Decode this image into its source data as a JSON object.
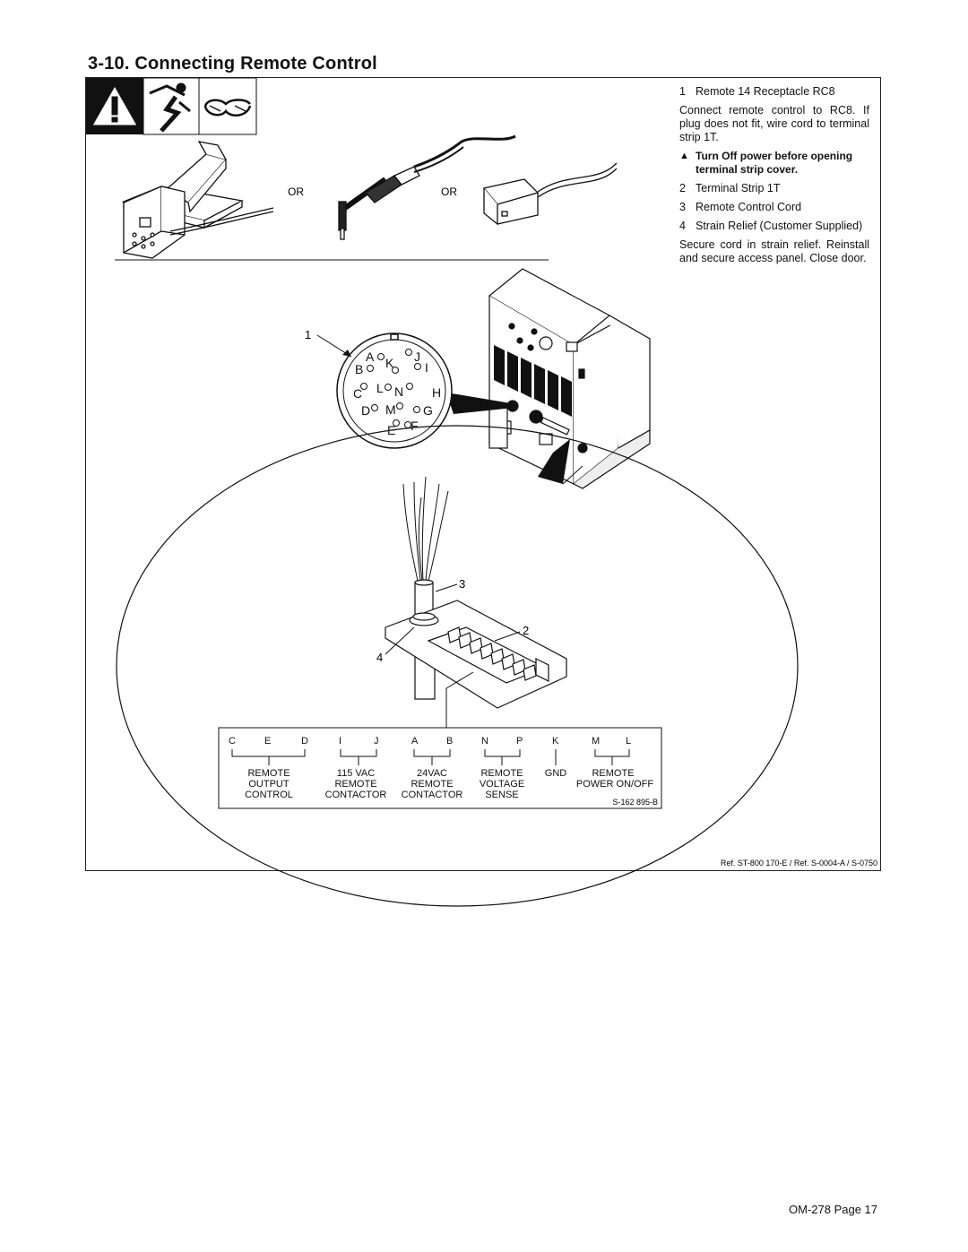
{
  "section": {
    "number": "3-10.",
    "title": "Connecting Remote Control"
  },
  "instructions": {
    "item1": {
      "num": "1",
      "label": "Remote 14 Receptacle RC8"
    },
    "para1": "Connect remote control to RC8. If plug does not fit, wire cord to terminal strip 1T.",
    "warning": "Turn Off power before opening terminal strip cover.",
    "item2": {
      "num": "2",
      "label": "Terminal Strip 1T"
    },
    "item3": {
      "num": "3",
      "label": "Remote Control Cord"
    },
    "item4": {
      "num": "4",
      "label": "Strain Relief (Customer Supplied)"
    },
    "para2": "Secure cord in strain relief. Reinstall and secure access panel. Close door."
  },
  "diagram": {
    "or_label": "OR",
    "callouts": [
      "1",
      "2",
      "3",
      "4"
    ],
    "receptacle_pins": [
      "A",
      "J",
      "B",
      "K",
      "I",
      "C",
      "L",
      "N",
      "H",
      "D",
      "M",
      "G",
      "E",
      "F"
    ],
    "pin_table": {
      "pins": [
        "C",
        "E",
        "D",
        "I",
        "J",
        "A",
        "B",
        "N",
        "P",
        "K",
        "M",
        "L"
      ],
      "functions": [
        {
          "lines": [
            "REMOTE",
            "OUTPUT",
            "CONTROL"
          ]
        },
        {
          "lines": [
            "115 VAC",
            "REMOTE",
            "CONTACTOR"
          ]
        },
        {
          "lines": [
            "24VAC",
            "REMOTE",
            "CONTACTOR"
          ]
        },
        {
          "lines": [
            "REMOTE",
            "VOLTAGE",
            "SENSE"
          ]
        },
        {
          "lines": [
            "GND"
          ]
        },
        {
          "lines": [
            "REMOTE",
            "POWER ON/OFF"
          ]
        }
      ],
      "drawing_ref": "S-162 895-B"
    },
    "reference": "Ref. ST-800 170-E / Ref. S-0004-A / S-0750"
  },
  "footer": {
    "page": "OM-278 Page 17"
  }
}
